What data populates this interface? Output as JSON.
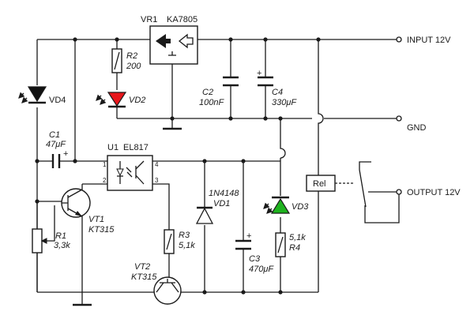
{
  "colors": {
    "wire": "#1a1a1a",
    "led_red": "#e8161b",
    "led_green": "#1fb31f",
    "led_dark": "#111111"
  },
  "labels": {
    "vr1_ref": "VR1",
    "vr1_part": "KA7805",
    "r2_ref": "R2",
    "r2_val": "200",
    "vd2_ref": "VD2",
    "vd4_ref": "VD4",
    "c1_ref": "C1",
    "c1_val": "47μF",
    "c2_ref": "C2",
    "c2_val": "100nF",
    "c4_ref": "C4",
    "c4_val": "330μF",
    "u1_ref": "U1",
    "u1_part": "EL817",
    "u1_pin1": "1",
    "u1_pin2": "2",
    "u1_pin3": "3",
    "u1_pin4": "4",
    "vt1_ref": "VT1",
    "vt1_part": "KT315",
    "r1_ref": "R1",
    "r1_val": "3,3k",
    "r3_ref": "R3",
    "r3_val": "5,1k",
    "vt2_ref": "VT2",
    "vt2_part": "KT315",
    "vd1_part": "1N4148",
    "vd1_ref": "VD1",
    "c3_ref": "C3",
    "c3_val": "470μF",
    "vd3_ref": "VD3",
    "r4_val": "5,1k",
    "r4_ref": "R4",
    "rel_ref": "Rel",
    "input": "INPUT 12V",
    "gnd": "GND",
    "output": "OUTPUT 12V",
    "plus": "+"
  }
}
